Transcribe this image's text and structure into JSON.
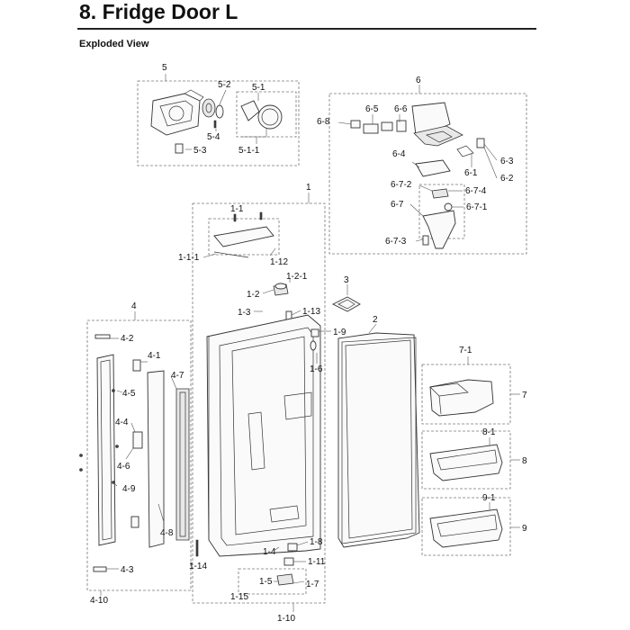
{
  "header": {
    "title": "8.  Fridge Door L",
    "subtitle": "Exploded View"
  },
  "labels": {
    "l5": "5",
    "l5_2": "5-2",
    "l5_1": "5-1",
    "l5_4": "5-4",
    "l5_3": "5-3",
    "l5_1_1": "5-1-1",
    "l6": "6",
    "l6_8": "6-8",
    "l6_5": "6-5",
    "l6_6": "6-6",
    "l6_3": "6-3",
    "l6_1": "6-1",
    "l6_2": "6-2",
    "l6_4": "6-4",
    "l6_7_2": "6-7-2",
    "l6_7_4": "6-7-4",
    "l6_7": "6-7",
    "l6_7_1": "6-7-1",
    "l6_7_3": "6-7-3",
    "l1": "1",
    "l1_1": "1-1",
    "l1_1_1": "1-1-1",
    "l1_12": "1-12",
    "l1_2_1": "1-2-1",
    "l1_2": "1-2",
    "l1_3": "1-3",
    "l1_13": "1-13",
    "l1_9": "1-9",
    "l1_6": "1-6",
    "l1_8": "1-8",
    "l1_4": "1-4",
    "l1_11": "1-11",
    "l1_5": "1-5",
    "l1_7": "1-7",
    "l1_14": "1-14",
    "l1_15": "1-15",
    "l1_10": "1-10",
    "l3": "3",
    "l2": "2",
    "l4": "4",
    "l4_2": "4-2",
    "l4_1": "4-1",
    "l4_5": "4-5",
    "l4_7": "4-7",
    "l4_4": "4-4",
    "l4_6": "4-6",
    "l4_9": "4-9",
    "l4_8": "4-8",
    "l4_3": "4-3",
    "l4_10": "4-10",
    "l7_1": "7-1",
    "l7": "7",
    "l8_1": "8-1",
    "l8": "8",
    "l9_1": "9-1",
    "l9": "9"
  }
}
